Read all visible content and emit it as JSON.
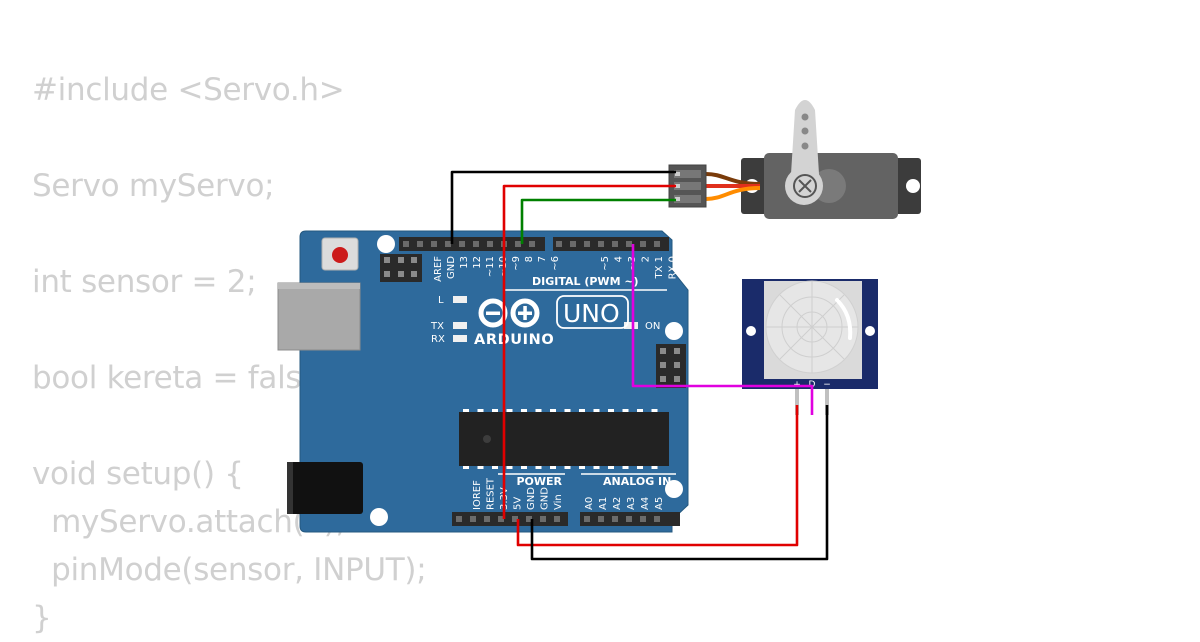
{
  "code": {
    "lines": [
      "#include <Servo.h>",
      "",
      "Servo myServo;",
      "",
      "int sensor = 2;",
      "",
      "bool kereta = false;",
      "",
      "void setup() {",
      "  myServo.attach(9);",
      "  pinMode(sensor, INPUT);",
      "}"
    ]
  },
  "board": {
    "brand": "ARDUINO",
    "model": "UNO",
    "on_label": "ON",
    "l_label": "L",
    "tx_label": "TX",
    "rx_label": "RX",
    "digital_label": "DIGITAL (PWM ~)",
    "power_label": "POWER",
    "analog_label": "ANALOG IN",
    "digital_pins": [
      "AREF",
      "GND",
      "13",
      "12",
      "~11",
      "~10",
      "~9",
      "8",
      "7",
      "~6",
      "~5",
      "4",
      "~3",
      "2",
      "TX 1",
      "RX 0"
    ],
    "power_pins": [
      "IOREF",
      "RESET",
      "3.3V",
      "5V",
      "GND",
      "GND",
      "Vin"
    ],
    "analog_pins": [
      "A0",
      "A1",
      "A2",
      "A3",
      "A4",
      "A5"
    ]
  },
  "pir": {
    "pin_labels": [
      "+",
      "D",
      "−"
    ]
  },
  "colors": {
    "board": "#2e6a9c",
    "wire_gnd": "#000000",
    "wire_5v": "#e00000",
    "wire_signal_servo": "#008000",
    "wire_signal_pir": "#e000e0",
    "code_text": "#d0d0d0"
  }
}
